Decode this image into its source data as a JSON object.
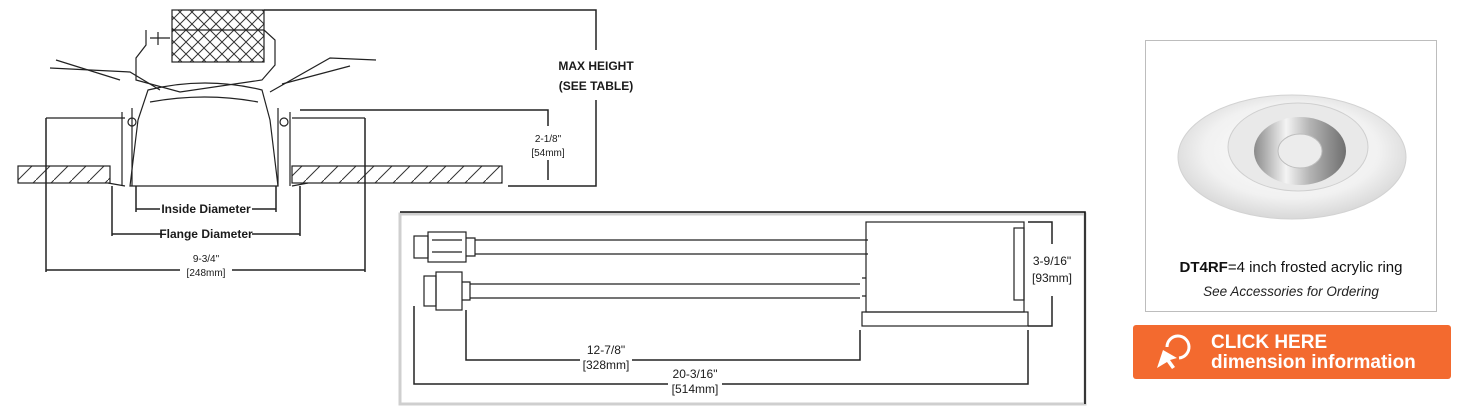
{
  "labels": {
    "max_height_1": "MAX HEIGHT",
    "max_height_2": "(SEE TABLE)",
    "dim_2_1_8": "2-1/8\"",
    "dim_54mm": "[54mm]",
    "inside_diameter": "Inside Diameter",
    "flange_diameter": "Flange Diameter",
    "dim_9_3_4": "9-3/4\"",
    "dim_248mm": "[248mm]",
    "dim_3_9_16": "3-9/16\"",
    "dim_93mm": "[93mm]",
    "dim_12_7_8": "12-7/8\"",
    "dim_328mm": "[328mm]",
    "dim_20_3_16": "20-3/16\"",
    "dim_514mm": "[514mm]"
  },
  "accessory": {
    "code": "DT4RF",
    "description": "=4 inch frosted acrylic ring",
    "note": "See Accessories for Ordering"
  },
  "cta": {
    "line1": "CLICK HERE",
    "line2": "dimension information",
    "color": "#f36a2f"
  }
}
